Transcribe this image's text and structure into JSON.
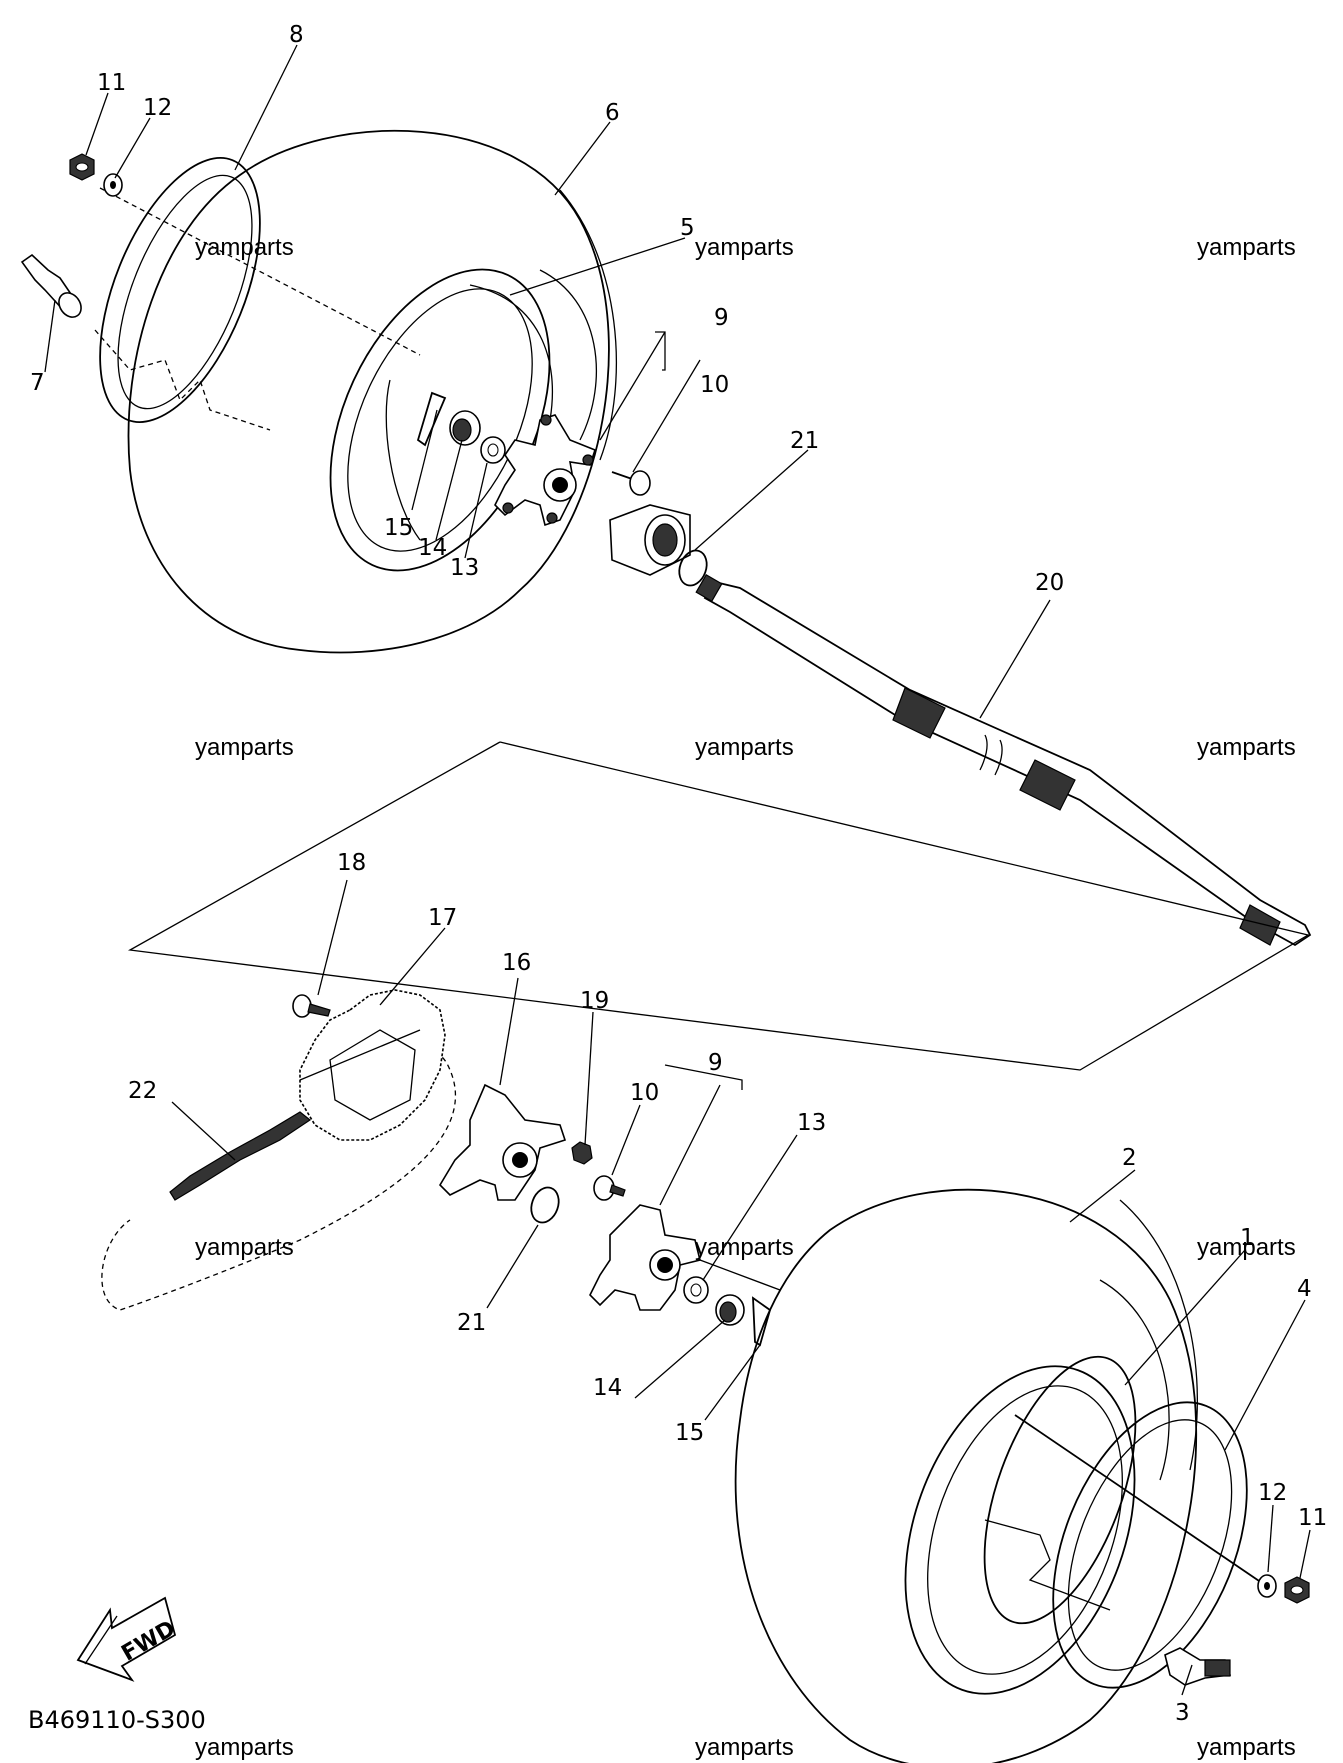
{
  "diagram_code": "B469110-S300",
  "direction_label": "FWD",
  "watermark": "yamparts",
  "callouts": [
    "1",
    "2",
    "3",
    "4",
    "5",
    "6",
    "7",
    "8",
    "9",
    "10",
    "11",
    "12",
    "13",
    "14",
    "15",
    "16",
    "17",
    "18",
    "19",
    "20",
    "21",
    "22"
  ],
  "repeat_callouts": {
    "c9b": "9",
    "c10b": "10",
    "c11b": "11",
    "c12b": "12",
    "c13b": "13",
    "c14b": "14",
    "c15b": "15",
    "c21b": "21"
  }
}
